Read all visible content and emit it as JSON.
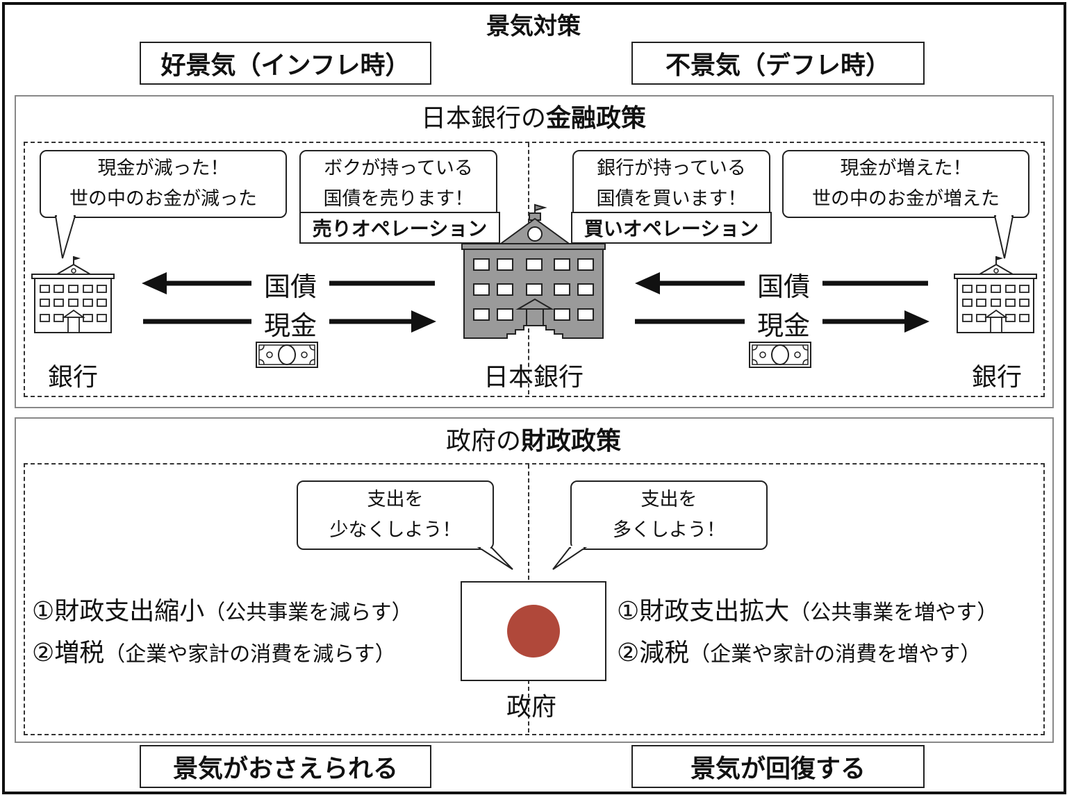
{
  "title": "景気対策",
  "boom": {
    "label": "好景気（インフレ時）",
    "result": "景気がおさえられる"
  },
  "slump": {
    "label": "不景気（デフレ時）",
    "result": "景気が回復する"
  },
  "monetary": {
    "title_prefix": "日本銀行の",
    "title_bold": "金融政策",
    "central_bank_label": "日本銀行",
    "left": {
      "bank_label": "銀行",
      "bank_bubble": [
        "現金が減った！",
        "世の中のお金が減った"
      ],
      "boj_bubble": [
        "ボクが持っている",
        "国債を売ります！"
      ],
      "operation": "売りオペレーション",
      "bond_label": "国債",
      "cash_label": "現金"
    },
    "right": {
      "bank_label": "銀行",
      "bank_bubble": [
        "現金が増えた！",
        "世の中のお金が増えた"
      ],
      "boj_bubble": [
        "銀行が持っている",
        "国債を買います！"
      ],
      "operation": "買いオペレーション",
      "bond_label": "国債",
      "cash_label": "現金"
    }
  },
  "fiscal": {
    "title_prefix": "政府の",
    "title_bold": "財政政策",
    "government_label": "政府",
    "left": {
      "bubble": [
        "支出を",
        "少なくしよう！"
      ],
      "item1_main": "①財政支出縮小",
      "item1_sub": "（公共事業を減らす）",
      "item2_main": "②増税",
      "item2_sub": "（企業や家計の消費を減らす）"
    },
    "right": {
      "bubble": [
        "支出を",
        "多くしよう！"
      ],
      "item1_main": "①財政支出拡大",
      "item1_sub": "（公共事業を増やす）",
      "item2_main": "②減税",
      "item2_sub": "（企業や家計の消費を増やす）"
    }
  },
  "colors": {
    "flag_sun": "#b0483a",
    "building_gray": "#9a9a9a",
    "border": "#111111"
  },
  "icons": {
    "bank": "bank-building-icon",
    "central_bank": "central-bank-building-icon",
    "banknote": "banknote-icon",
    "flag": "japan-flag-icon"
  }
}
